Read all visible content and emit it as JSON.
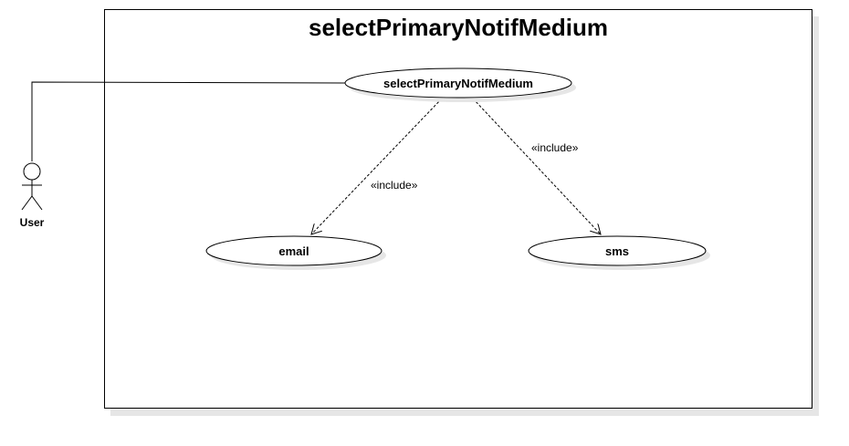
{
  "system": {
    "title": "selectPrimaryNotifMedium"
  },
  "actor": {
    "name": "User"
  },
  "use_cases": {
    "main": "selectPrimaryNotifMedium",
    "email": "email",
    "sms": "sms"
  },
  "relations": {
    "include_email": "«include»",
    "include_sms": "«include»"
  },
  "colors": {
    "line": "#000000",
    "shadow": "#e6e6e6",
    "fill": "#ffffff"
  }
}
